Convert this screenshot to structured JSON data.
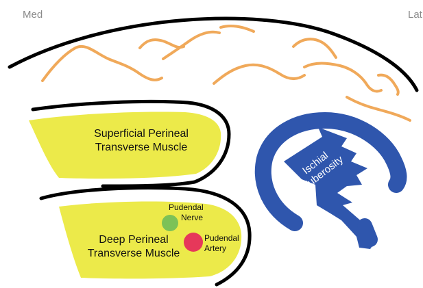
{
  "orientation": {
    "medial": "Med",
    "lateral": "Lat"
  },
  "structures": {
    "superficial_muscle": {
      "line1": "Superficial Perineal",
      "line2": "Transverse Muscle"
    },
    "deep_muscle": {
      "line1": "Deep Perineal",
      "line2": "Transverse Muscle"
    },
    "pudendal_nerve": {
      "line1": "Pudendal",
      "line2": "Nerve"
    },
    "pudendal_artery": {
      "line1": "Pudendal",
      "line2": "Artery"
    },
    "ischial_tuberosity": {
      "line1": "Ischial",
      "line2": "Tuberosity"
    }
  },
  "colors": {
    "muscle_fill": "#ecea4a",
    "fascia_line": "#000000",
    "skin_line": "#000000",
    "vessel_wave": "#f0a95a",
    "bone": "#2f56ad",
    "nerve": "#7cc257",
    "artery": "#e6385a"
  }
}
